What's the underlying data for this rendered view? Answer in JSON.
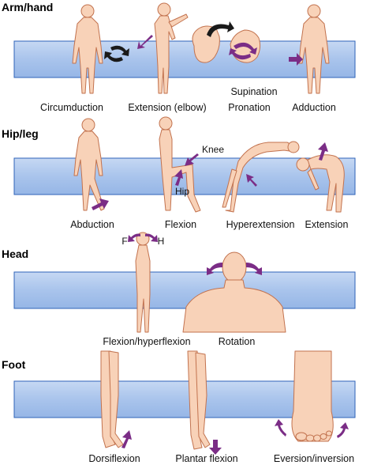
{
  "colors": {
    "band": "#a9c4ec",
    "band_edge": "#2f63b8",
    "skin": "#f8d2b8",
    "skin_outline": "#c2724e",
    "arrow_purple": "#7b2d86",
    "arrow_black": "#1a1a1a"
  },
  "sections": {
    "arm": {
      "title": "Arm/hand",
      "captions": {
        "circumduction": "Circumduction",
        "extension_elbow": "Extension (elbow)",
        "supination": "Supination",
        "pronation": "Pronation",
        "adduction": "Adduction"
      }
    },
    "hip": {
      "title": "Hip/leg",
      "captions": {
        "abduction": "Abduction",
        "flexion": "Flexion",
        "hyperextension": "Hyperextension",
        "extension": "Extension"
      },
      "labels": {
        "knee": "Knee",
        "hip": "Hip"
      }
    },
    "head": {
      "title": "Head",
      "captions": {
        "flexion_hyperflexion": "Flexion/hyperflexion",
        "rotation": "Rotation"
      },
      "labels": {
        "f": "F",
        "h": "H"
      }
    },
    "foot": {
      "title": "Foot",
      "captions": {
        "dorsiflexion": "Dorsiflexion",
        "plantar_flexion": "Plantar flexion",
        "eversion_inversion": "Eversion/inversion"
      }
    }
  },
  "icons": [
    "curved-arrow-icon",
    "straight-arrow-icon"
  ]
}
